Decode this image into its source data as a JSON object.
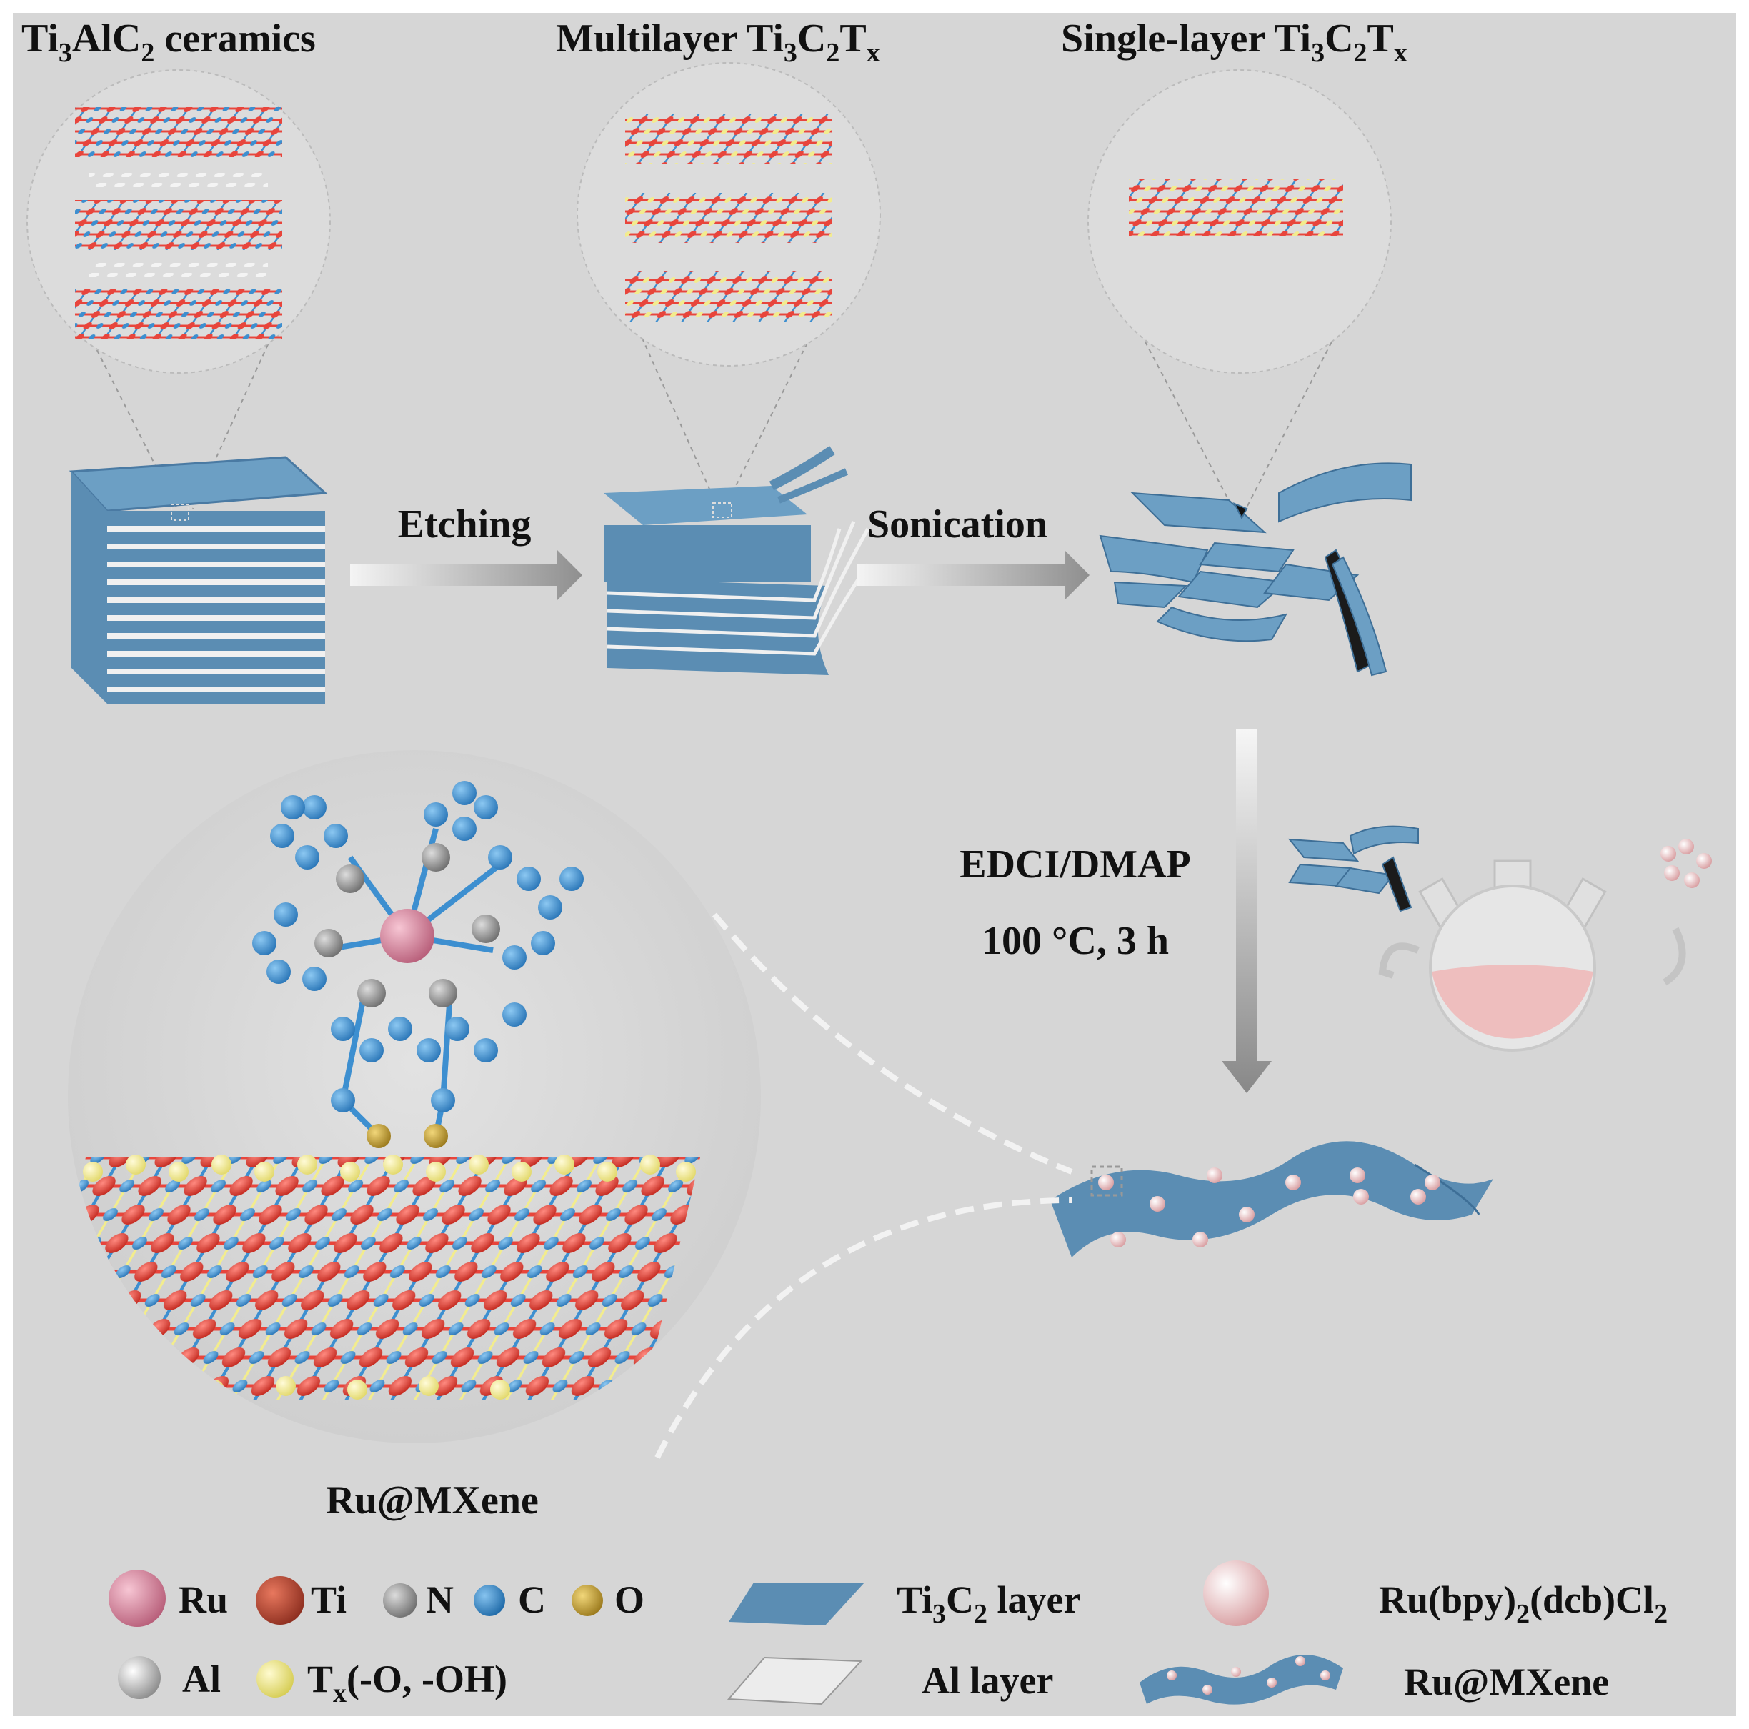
{
  "stages": {
    "ceramics": {
      "main": "Ti",
      "sub1": "3",
      "mid": "AlC",
      "sub2": "2",
      "tail": " ceramics"
    },
    "multilayer": {
      "prefix": "Multilayer Ti",
      "s1": "3",
      "m1": "C",
      "s2": "2",
      "m2": "T",
      "s3": "x"
    },
    "single": {
      "prefix": "Single-layer Ti",
      "s1": "3",
      "m1": "C",
      "s2": "2",
      "m2": "T",
      "s3": "x"
    }
  },
  "steps": {
    "etching": "Etching",
    "sonication": "Sonication",
    "reagent": "EDCI/DMAP",
    "condition": "100 °C, 3 h"
  },
  "product_label": "Ru@MXene",
  "legend": {
    "atoms": [
      {
        "symbol": "Ru",
        "color": "#d9869e"
      },
      {
        "symbol": "Ti",
        "color": "#c4493a"
      },
      {
        "symbol": "N",
        "color": "#9a9a9a"
      },
      {
        "symbol": "C",
        "color": "#3d8fd0"
      },
      {
        "symbol": "O",
        "color": "#d2ad3a"
      },
      {
        "symbol": "Al",
        "color": "#e9e9e9"
      }
    ],
    "tx": {
      "t": "T",
      "sub": "x",
      "rest": "(-O, -OH)"
    },
    "ti3c2_layer": {
      "a": "Ti",
      "s1": "3",
      "b": "C",
      "s2": "2",
      "c": " layer"
    },
    "al_layer": "Al layer",
    "ru_complex": {
      "a": "Ru(bpy)",
      "s1": "2",
      "b": "(dcb)Cl",
      "s2": "2"
    },
    "ru_mxene": "Ru@MXene"
  },
  "colors": {
    "background": "#d6d6d6",
    "layer_blue": "#5b8db3",
    "ti_red": "#e8453c",
    "c_blue": "#3d8fd0",
    "tx_yellow": "#f2ec8e",
    "ru_pink": "#f2c6c6"
  }
}
